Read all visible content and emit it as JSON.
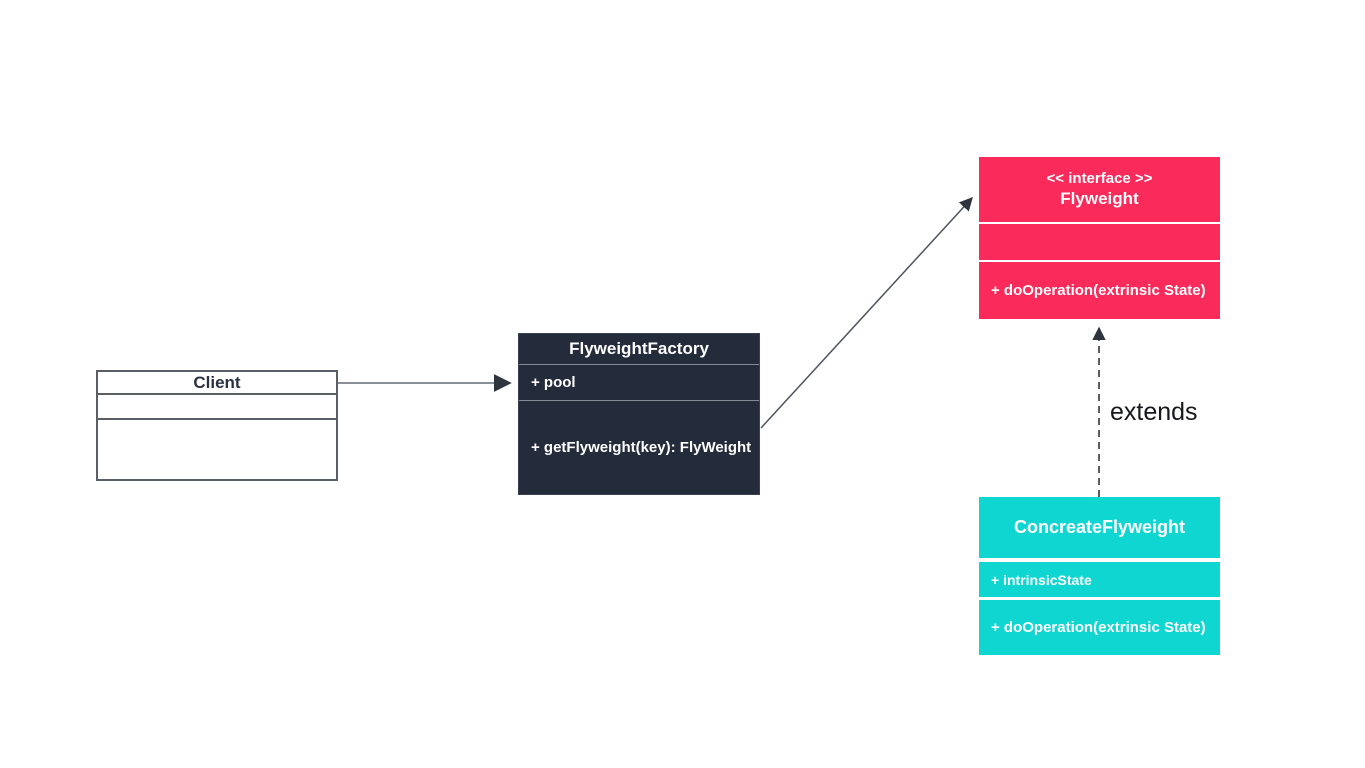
{
  "diagram": {
    "classes": {
      "client": {
        "title": "Client"
      },
      "factory": {
        "title": "FlyweightFactory",
        "attributes": [
          "+ pool"
        ],
        "methods": [
          "+ getFlyweight(key): FlyWeight"
        ]
      },
      "flyweight": {
        "stereotype": "<< interface >>",
        "title": "Flyweight",
        "methods": [
          "+ doOperation(extrinsic State)"
        ]
      },
      "concrete": {
        "title": "ConcreateFlyweight",
        "attributes": [
          "+ intrinsicState"
        ],
        "methods": [
          "+ doOperation(extrinsic State)"
        ]
      }
    },
    "relations": {
      "extends_label": "extends"
    },
    "colors": {
      "interface_fill": "#fa2a5b",
      "concrete_fill": "#10d6d2",
      "factory_fill": "#242c3b",
      "client_border": "#5a5f66",
      "arrow_gray": "#8a8f98",
      "arrow_dark": "#4e555e",
      "dashed_arrow": "#23282f"
    }
  }
}
